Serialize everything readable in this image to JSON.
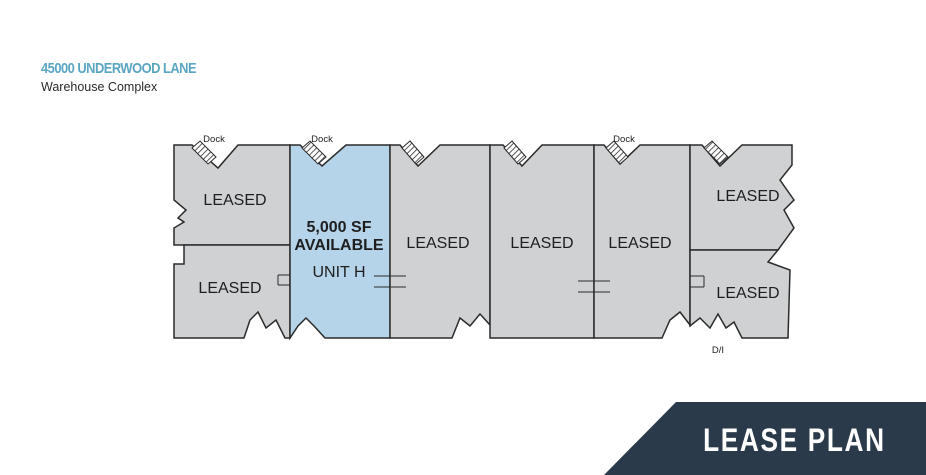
{
  "header": {
    "address": "45000 UNDERWOOD LANE",
    "subtitle": "Warehouse Complex"
  },
  "colors": {
    "accent": "#5aa6c2",
    "leased_fill": "#cfd1d2",
    "available_fill": "#b5d4ea",
    "outline": "#2b2b2b",
    "banner": "#2b3a4a"
  },
  "plan": {
    "dock_labels": [
      "Dock",
      "Dock",
      "Dock"
    ],
    "units": [
      {
        "status": "LEASED"
      },
      {
        "status": "LEASED"
      },
      {
        "status": "available",
        "line1": "5,000 SF",
        "line2": "AVAILABLE",
        "line3": "UNIT H"
      },
      {
        "status": "LEASED"
      },
      {
        "status": "LEASED"
      },
      {
        "status": "LEASED"
      },
      {
        "status": "LEASED"
      },
      {
        "status": "LEASED"
      }
    ],
    "di_label": "D/I"
  },
  "banner": {
    "title": "LEASE PLAN"
  }
}
